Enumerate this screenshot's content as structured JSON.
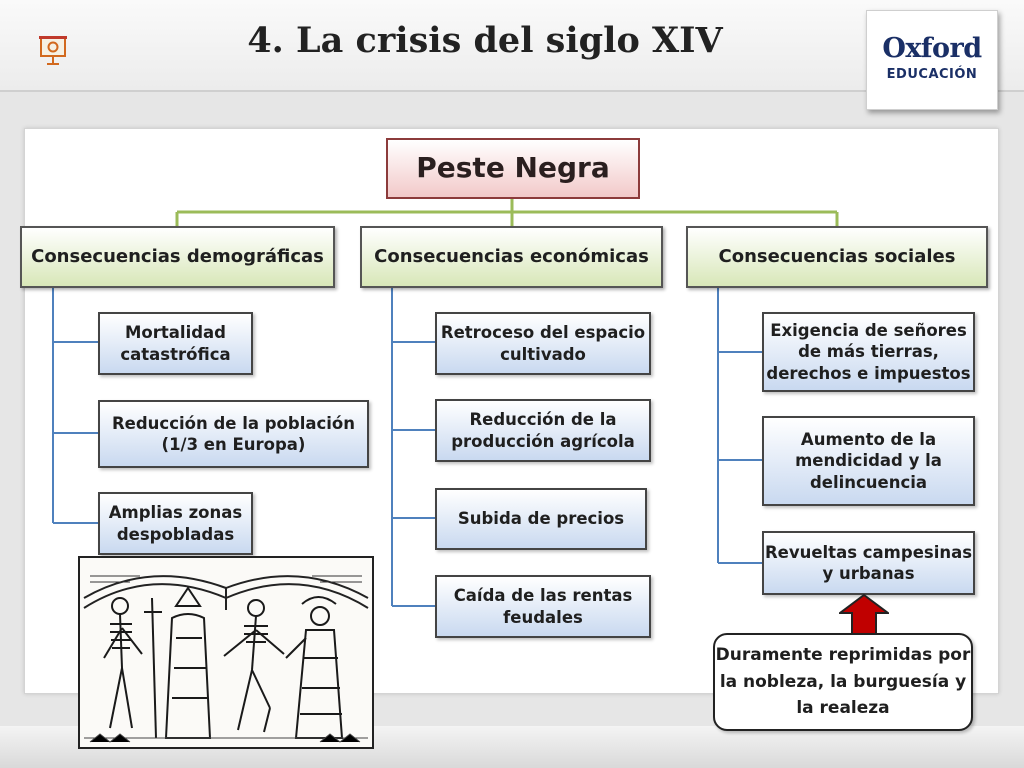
{
  "header": {
    "title": "4. La crisis del siglo XIV",
    "logo_name": "Oxford",
    "logo_sub": "EDUCACIÓN"
  },
  "diagram": {
    "root": "Peste Negra",
    "categories": [
      {
        "label": "Consecuencias demográficas",
        "items": [
          "Mortalidad catastrófica",
          "Reducción de la población (1/3 en Europa)",
          "Amplias zonas despobladas"
        ]
      },
      {
        "label": "Consecuencias económicas",
        "items": [
          "Retroceso del espacio cultivado",
          "Reducción de la producción agrícola",
          "Subida de precios",
          "Caída de las rentas feudales"
        ]
      },
      {
        "label": "Consecuencias sociales",
        "items": [
          "Exigencia de señores de más tierras, derechos e impuestos",
          "Aumento de la mendicidad y la delincuencia",
          "Revueltas campesinas y urbanas"
        ]
      }
    ],
    "note": "Duramente reprimidas por la nobleza, la burguesía y la realeza"
  },
  "colors": {
    "connector_top": "#9bbb59",
    "connector_branch": "#4f81bd",
    "arrow": "#c00000"
  }
}
